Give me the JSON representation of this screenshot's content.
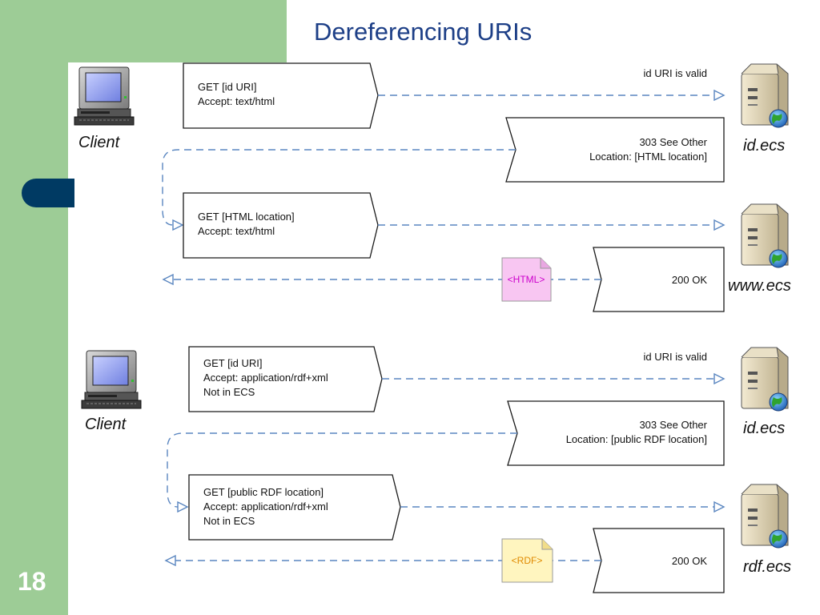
{
  "slide": {
    "title": "Dereferencing URIs",
    "page_number": "18"
  },
  "scenario_html": {
    "client_label": "Client",
    "request1": [
      "GET [id URI]",
      "Accept: text/html"
    ],
    "valid_note": "id URI is valid",
    "server1_label": "id.ecs",
    "response1": [
      "303 See Other",
      "Location: [HTML location]"
    ],
    "request2": [
      "GET [HTML location]",
      "Accept: text/html"
    ],
    "server2_label": "www.ecs",
    "response2": "200 OK",
    "document": "<HTML>"
  },
  "scenario_rdf": {
    "client_label": "Client",
    "request1": [
      "GET [id URI]",
      "Accept: application/rdf+xml",
      "Not in ECS"
    ],
    "valid_note": "id URI is valid",
    "server1_label": "id.ecs",
    "response1": [
      "303 See Other",
      "Location: [public RDF location]"
    ],
    "request2": [
      "GET [public RDF location]",
      "Accept: application/rdf+xml",
      "Not in ECS"
    ],
    "server2_label": "rdf.ecs",
    "response2": "200 OK",
    "document": "<RDF>"
  },
  "colors": {
    "sidebar": "#9dcc96",
    "title": "#1d3f87",
    "nav_pill": "#003a63",
    "arrow": "#5a86c0",
    "html_doc": "#f8c6f2",
    "rdf_doc": "#fff5bf"
  }
}
